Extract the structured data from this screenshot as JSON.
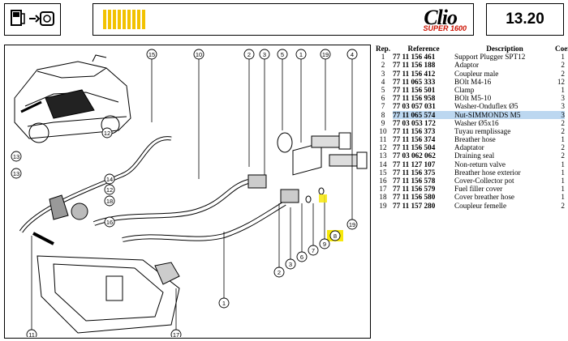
{
  "header": {
    "page_number": "13.20",
    "logo": "Clio",
    "logo_sub": "SUPER 1600"
  },
  "colors": {
    "stripe": "#f2c200",
    "highlight": "#f7e80b",
    "row_highlight": "#bcd7f0"
  },
  "icons": {
    "section_icon": "fuel-pump-icon"
  },
  "table": {
    "headers": {
      "rep": "Rep.",
      "reference": "Reference",
      "description": "Description",
      "coef": "Coef"
    },
    "rows": [
      {
        "rep": "1",
        "ref": "77 11 156 461",
        "desc": "Support Plugger SPT12",
        "coef": "1"
      },
      {
        "rep": "2",
        "ref": "77 11 156 188",
        "desc": "Adaptor",
        "coef": "2"
      },
      {
        "rep": "3",
        "ref": "77 11 156 412",
        "desc": "Coupleur male",
        "coef": "2"
      },
      {
        "rep": "4",
        "ref": "77 11 065 333",
        "desc": "BOlt M4-16",
        "coef": "12"
      },
      {
        "rep": "5",
        "ref": "77 11 156 501",
        "desc": "Clamp",
        "coef": "1"
      },
      {
        "rep": "6",
        "ref": "77 11 156 958",
        "desc": "BOlt M5-10",
        "coef": "3"
      },
      {
        "rep": "7",
        "ref": "77 03 057 031",
        "desc": "Washer-Onduflex Ø5",
        "coef": "3"
      },
      {
        "rep": "8",
        "ref": "77 11 065 574",
        "desc": "Nut-SIMMONDS M5",
        "coef": "3",
        "highlight": true
      },
      {
        "rep": "9",
        "ref": "77 03 053 172",
        "desc": "Washer Ø5x16",
        "coef": "2"
      },
      {
        "rep": "10",
        "ref": "77 11 156 373",
        "desc": "Tuyau remplissage",
        "coef": "2"
      },
      {
        "rep": "11",
        "ref": "77 11 156 374",
        "desc": "Breather hose",
        "coef": "1"
      },
      {
        "rep": "12",
        "ref": "77 11 156 504",
        "desc": "Adaptator",
        "coef": "2"
      },
      {
        "rep": "13",
        "ref": "77 03 062 062",
        "desc": "Draining seal",
        "coef": "2"
      },
      {
        "rep": "14",
        "ref": "77 11 127 107",
        "desc": "Non-return valve",
        "coef": "1"
      },
      {
        "rep": "15",
        "ref": "77 11 156 375",
        "desc": "Breather hose exterior",
        "coef": "1"
      },
      {
        "rep": "16",
        "ref": "77 11 156 578",
        "desc": "Cover-Collector pot",
        "coef": "1"
      },
      {
        "rep": "17",
        "ref": "77 11 156 579",
        "desc": "Fuel filler cover",
        "coef": "1"
      },
      {
        "rep": "18",
        "ref": "77 11 156 580",
        "desc": "Cover breather hose",
        "coef": "1"
      },
      {
        "rep": "19",
        "ref": "77 11 157 280",
        "desc": "Coupleur femelle",
        "coef": "2"
      }
    ]
  },
  "callouts": [
    "15",
    "10",
    "2",
    "3",
    "5",
    "1",
    "19",
    "4",
    "12",
    "13",
    "13",
    "14",
    "12",
    "18",
    "16",
    "11",
    "17",
    "8",
    "9",
    "7",
    "6",
    "3",
    "2",
    "19",
    "1"
  ]
}
